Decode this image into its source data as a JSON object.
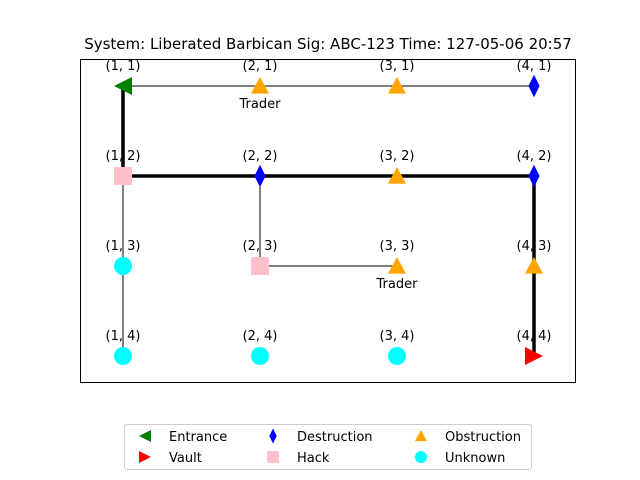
{
  "title": "System: Liberated Barbican Sig: ABC-123 Time: 127-05-06 20:57",
  "colors": {
    "Entrance": "#008000",
    "Vault": "#ff0000",
    "Destruction": "#0000ff",
    "Hack": "#ffc0cb",
    "Obstruction": "#ffa500",
    "Unknown": "#00ffff",
    "edge": "#000000"
  },
  "nodes": [
    {
      "id": "n11",
      "label": "(1, 1)",
      "col": 1,
      "row": 1,
      "type": "Entrance",
      "note": ""
    },
    {
      "id": "n21",
      "label": "(2, 1)",
      "col": 2,
      "row": 1,
      "type": "Obstruction",
      "note": "Trader"
    },
    {
      "id": "n31",
      "label": "(3, 1)",
      "col": 3,
      "row": 1,
      "type": "Obstruction",
      "note": ""
    },
    {
      "id": "n41",
      "label": "(4, 1)",
      "col": 4,
      "row": 1,
      "type": "Destruction",
      "note": ""
    },
    {
      "id": "n12",
      "label": "(1, 2)",
      "col": 1,
      "row": 2,
      "type": "Hack",
      "note": ""
    },
    {
      "id": "n22",
      "label": "(2, 2)",
      "col": 2,
      "row": 2,
      "type": "Destruction",
      "note": ""
    },
    {
      "id": "n32",
      "label": "(3, 2)",
      "col": 3,
      "row": 2,
      "type": "Obstruction",
      "note": ""
    },
    {
      "id": "n42",
      "label": "(4, 2)",
      "col": 4,
      "row": 2,
      "type": "Destruction",
      "note": ""
    },
    {
      "id": "n13",
      "label": "(1, 3)",
      "col": 1,
      "row": 3,
      "type": "Unknown",
      "note": ""
    },
    {
      "id": "n23",
      "label": "(2, 3)",
      "col": 2,
      "row": 3,
      "type": "Hack",
      "note": ""
    },
    {
      "id": "n33",
      "label": "(3, 3)",
      "col": 3,
      "row": 3,
      "type": "Obstruction",
      "note": "Trader"
    },
    {
      "id": "n43",
      "label": "(4, 3)",
      "col": 4,
      "row": 3,
      "type": "Obstruction",
      "note": ""
    },
    {
      "id": "n14",
      "label": "(1, 4)",
      "col": 1,
      "row": 4,
      "type": "Unknown",
      "note": ""
    },
    {
      "id": "n24",
      "label": "(2, 4)",
      "col": 2,
      "row": 4,
      "type": "Unknown",
      "note": ""
    },
    {
      "id": "n34",
      "label": "(3, 4)",
      "col": 3,
      "row": 4,
      "type": "Unknown",
      "note": ""
    },
    {
      "id": "n44",
      "label": "(4, 4)",
      "col": 4,
      "row": 4,
      "type": "Vault",
      "note": ""
    }
  ],
  "edges": [
    {
      "from": [
        1,
        1
      ],
      "to": [
        4,
        1
      ],
      "bold": false
    },
    {
      "from": [
        1,
        1
      ],
      "to": [
        1,
        2
      ],
      "bold": true
    },
    {
      "from": [
        1,
        2
      ],
      "to": [
        4,
        2
      ],
      "bold": true
    },
    {
      "from": [
        2,
        2
      ],
      "to": [
        2,
        3
      ],
      "bold": false
    },
    {
      "from": [
        2,
        3
      ],
      "to": [
        3,
        3
      ],
      "bold": false
    },
    {
      "from": [
        1,
        2
      ],
      "to": [
        1,
        4
      ],
      "bold": false
    },
    {
      "from": [
        4,
        2
      ],
      "to": [
        4,
        4
      ],
      "bold": true
    }
  ],
  "legend": [
    {
      "label": "Entrance",
      "type": "Entrance"
    },
    {
      "label": "Destruction",
      "type": "Destruction"
    },
    {
      "label": "Obstruction",
      "type": "Obstruction"
    },
    {
      "label": "Vault",
      "type": "Vault"
    },
    {
      "label": "Hack",
      "type": "Hack"
    },
    {
      "label": "Unknown",
      "type": "Unknown"
    }
  ]
}
